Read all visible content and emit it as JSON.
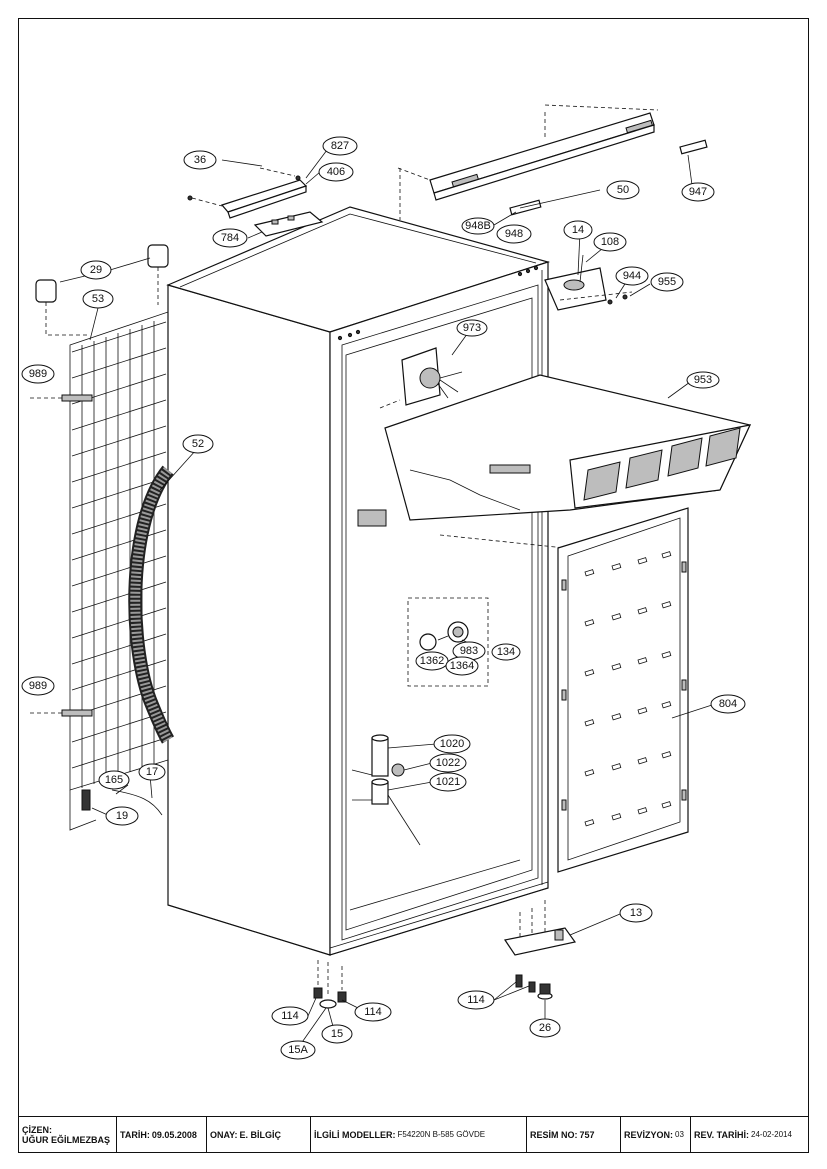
{
  "callouts": {
    "c36": "36",
    "c827": "827",
    "c406": "406",
    "c784": "784",
    "c29": "29",
    "c53": "53",
    "c989a": "989",
    "c989b": "989",
    "c52": "52",
    "c165": "165",
    "c17": "17",
    "c19": "19",
    "c50": "50",
    "c947": "947",
    "c948b": "948B",
    "c948": "948",
    "c14": "14",
    "c108": "108",
    "c944": "944",
    "c955": "955",
    "c973": "973",
    "c953": "953",
    "c983": "983",
    "c1362": "1362",
    "c1364": "1364",
    "c134": "134",
    "c804": "804",
    "c1020": "1020",
    "c1022": "1022",
    "c1021": "1021",
    "c13": "13",
    "c114a": "114",
    "c114b": "114",
    "c114c": "114",
    "c15": "15",
    "c15a": "15A",
    "c26": "26"
  },
  "title_block": {
    "drawn_by_label": "ÇİZEN:",
    "drawn_by_value": "UĞUR EĞİLMEZBAŞ",
    "date_label": "TARİH:",
    "date_value": "09.05.2008",
    "approved_label": "ONAY:",
    "approved_value": "E. BİLGİÇ",
    "models_label": "İLGİLİ MODELLER:",
    "models_value": "F54220N B-585 GÖVDE",
    "drawing_no_label": "RESİM NO:",
    "drawing_no_value": "757",
    "revision_label": "REVİZYON:",
    "revision_value": "03",
    "rev_date_label": "REV. TARİHİ:",
    "rev_date_value": "24-02-2014"
  }
}
